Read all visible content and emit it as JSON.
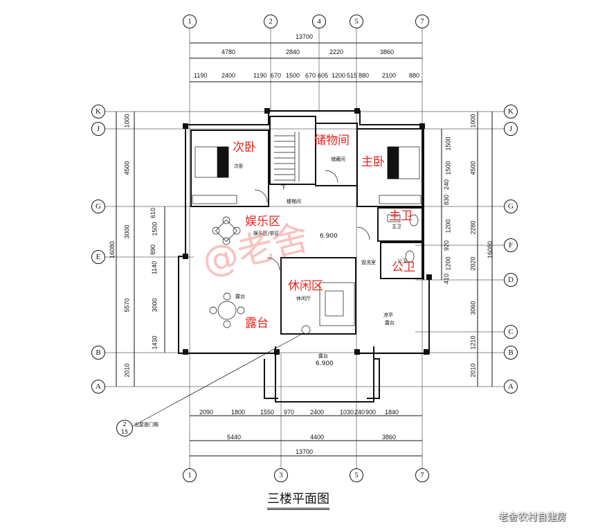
{
  "drawing_title": "三楼平面图",
  "watermark": "老舍农村自建房",
  "overlay_mark": "@老舍",
  "axes_top": [
    "1",
    "2",
    "4",
    "5",
    "7"
  ],
  "axes_bottom": [
    "1",
    "3",
    "5",
    "7"
  ],
  "axes_left": [
    "K",
    "J",
    "G",
    "E",
    "B",
    "A"
  ],
  "axes_right": [
    "K",
    "J",
    "G",
    "F",
    "D",
    "C",
    "B",
    "A"
  ],
  "dims_top_total": "13700",
  "dims_top_mid": [
    "4780",
    "2840",
    "2220",
    "3860"
  ],
  "dims_top_detail": [
    "1190",
    "2400",
    "1190",
    "670",
    "1500",
    "670",
    "605",
    "1200",
    "515",
    "880",
    "2100",
    "880"
  ],
  "dims_bottom_total": "13700",
  "dims_bottom_mid": [
    "5440",
    "4400",
    "3860"
  ],
  "dims_bottom_detail": [
    "2090",
    "1800",
    "1550",
    "970",
    "2400",
    "1030",
    "240",
    "900",
    "1840"
  ],
  "dims_left_total": "16080",
  "dims_left_mid": [
    "1000",
    "4500",
    "3000",
    "5570",
    "2010"
  ],
  "dims_left_detail": [
    "610",
    "1500",
    "890",
    "1140",
    "3000",
    "1430"
  ],
  "dims_right_total": "16080",
  "dims_right_mid": [
    "1000",
    "4500",
    "2280",
    "2020",
    "3060",
    "1210",
    "2010"
  ],
  "dims_right_detail": [
    "1500",
    "1500",
    "240",
    "830",
    "1200",
    "920",
    "1200",
    "410"
  ],
  "room_labels_red": {
    "second_bedroom": "次卧",
    "storage": "储物间",
    "master_bedroom": "主卧",
    "entertainment": "娱乐区",
    "master_bath": "主卫",
    "public_bath": "公卫",
    "lounge": "休闲区",
    "terrace": "露台"
  },
  "room_labels_small": {
    "second_bedroom": "次卧",
    "storage": "储藏间",
    "stair": "楼梯间",
    "down": "下",
    "entertainment": "娱乐区/茶区",
    "master_bath": "主卫",
    "public_bath": "公卫",
    "laundry": "盥洗室",
    "lounge": "休闲厅",
    "terrace": "露台",
    "pavilion": "凉亭",
    "pavilion_terrace": "露台",
    "front_terrace": "露台"
  },
  "elevations": [
    "6.900",
    "6.900"
  ],
  "detail_callout": {
    "top": "2",
    "bottom": "15",
    "text": "出屋面门檐"
  }
}
